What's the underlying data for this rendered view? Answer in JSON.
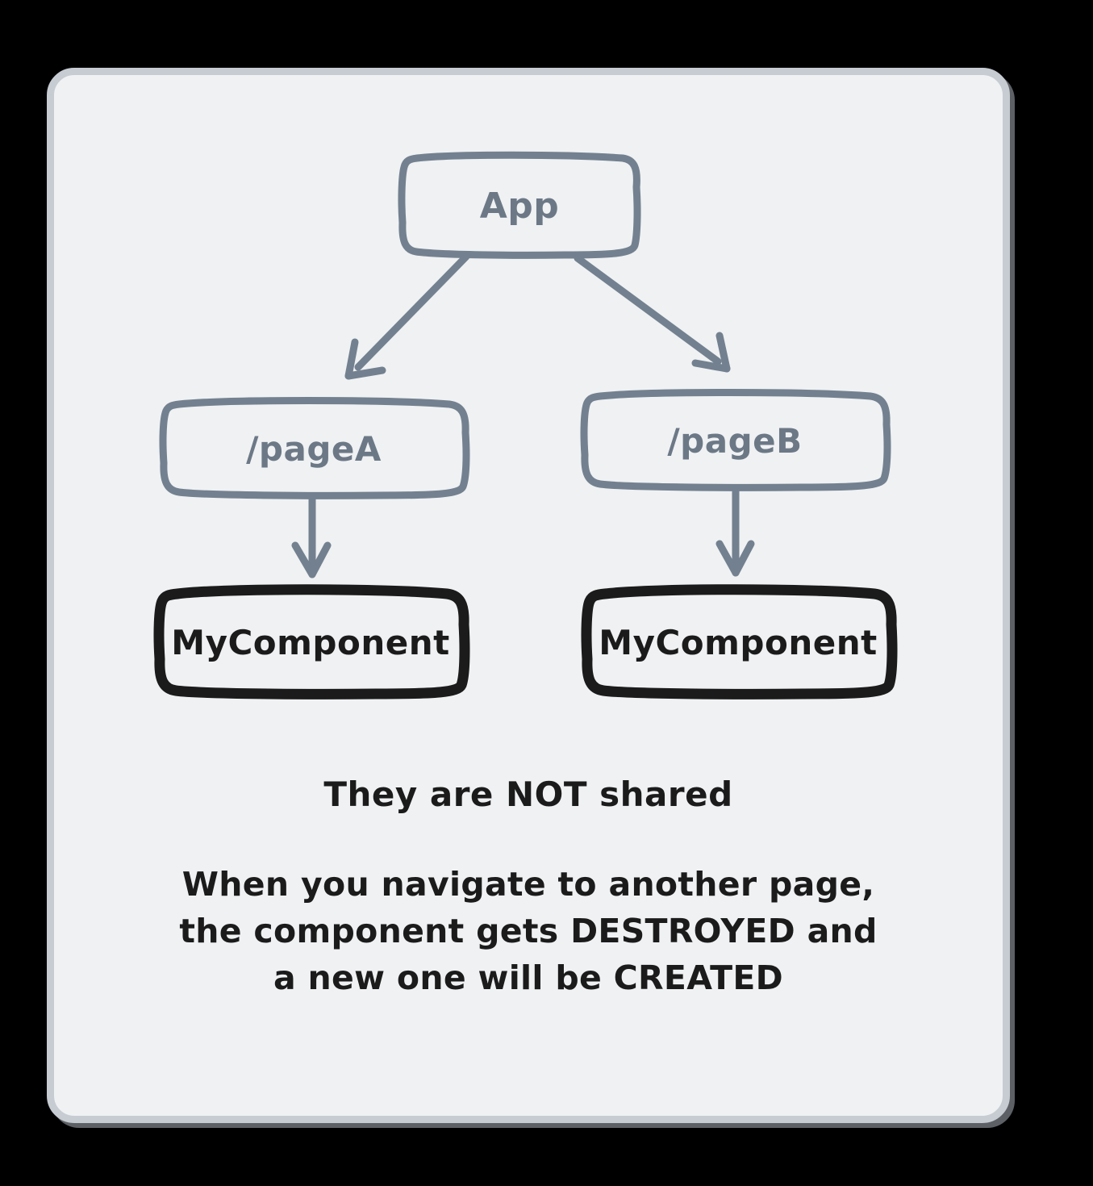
{
  "canvas": {
    "background_color": "#000000",
    "card_fill": "#eff1f3",
    "card_border_color": "#c7ccd3"
  },
  "palette": {
    "muted_stroke": "#73808f",
    "muted_text": "#6c7886",
    "strong_stroke": "#1b1b1b",
    "strong_text": "#1b1b1b"
  },
  "diagram": {
    "type": "tree",
    "nodes": [
      {
        "id": "app",
        "label": "App",
        "level": 0,
        "style": "muted"
      },
      {
        "id": "pagea",
        "label": "/pageA",
        "level": 1,
        "style": "muted"
      },
      {
        "id": "pageb",
        "label": "/pageB",
        "level": 1,
        "style": "muted"
      },
      {
        "id": "compa",
        "label": "MyComponent",
        "level": 2,
        "style": "strong"
      },
      {
        "id": "compb",
        "label": "MyComponent",
        "level": 2,
        "style": "strong"
      }
    ],
    "edges": [
      {
        "from": "app",
        "to": "pagea",
        "kind": "diagonal-left"
      },
      {
        "from": "app",
        "to": "pageb",
        "kind": "diagonal-right"
      },
      {
        "from": "pagea",
        "to": "compa",
        "kind": "vertical"
      },
      {
        "from": "pageb",
        "to": "compb",
        "kind": "vertical"
      }
    ]
  },
  "captions": {
    "headline": "They are NOT shared",
    "body_lines": [
      "When you navigate to another page,",
      "the component gets DESTROYED and",
      "a new one will be CREATED"
    ]
  }
}
